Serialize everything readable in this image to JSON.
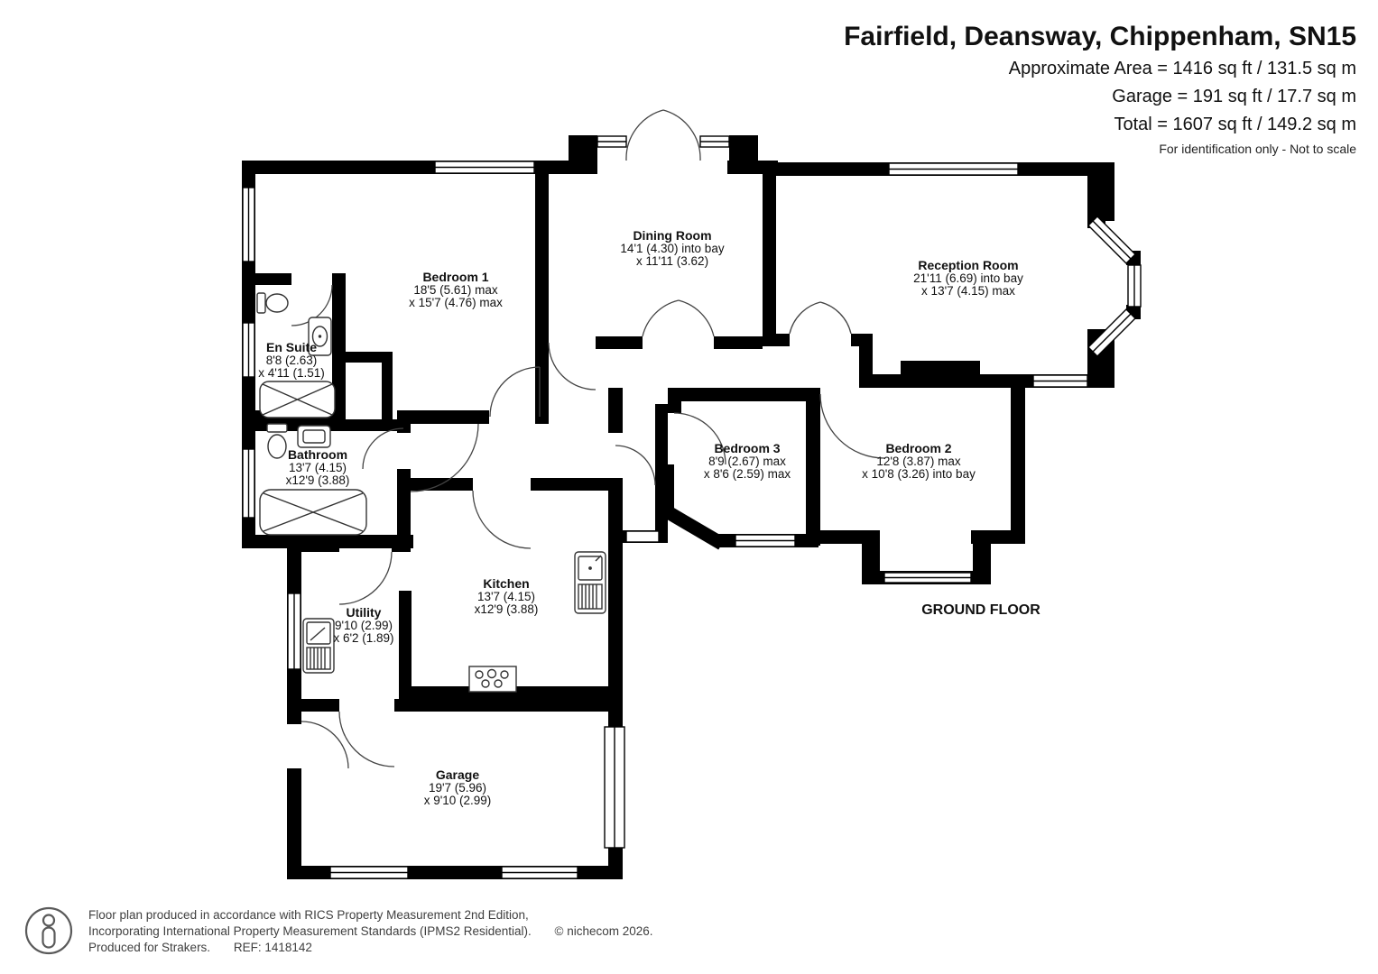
{
  "header": {
    "title": "Fairfield, Deansway, Chippenham, SN15",
    "area_line1": "Approximate Area = 1416 sq ft / 131.5 sq m",
    "area_line2": "Garage = 191 sq ft / 17.7 sq m",
    "area_line3": "Total = 1607 sq ft / 149.2 sq m",
    "disclaimer": "For identification only - Not to scale"
  },
  "floor_label": "GROUND FLOOR",
  "rooms": [
    {
      "name": "Bedroom 1",
      "dim1": "18'5 (5.61) max",
      "dim2": "x 15'7 (4.76) max"
    },
    {
      "name": "En Suite",
      "dim1": "8'8 (2.63)",
      "dim2": "x 4'11 (1.51)"
    },
    {
      "name": "Bathroom",
      "dim1": "13'7 (4.15)",
      "dim2": "x12'9 (3.88)"
    },
    {
      "name": "Dining Room",
      "dim1": "14'1 (4.30) into bay",
      "dim2": "x 11'11 (3.62)"
    },
    {
      "name": "Reception Room",
      "dim1": "21'11 (6.69) into bay",
      "dim2": "x 13'7 (4.15) max"
    },
    {
      "name": "Bedroom 3",
      "dim1": "8'9 (2.67) max",
      "dim2": "x 8'6 (2.59) max"
    },
    {
      "name": "Bedroom 2",
      "dim1": "12'8 (3.87) max",
      "dim2": "x 10'8 (3.26) into bay"
    },
    {
      "name": "Kitchen",
      "dim1": "13'7 (4.15)",
      "dim2": "x12'9 (3.88)"
    },
    {
      "name": "Utility",
      "dim1": "9'10 (2.99)",
      "dim2": "x 6'2 (1.89)"
    },
    {
      "name": "Garage",
      "dim1": "19'7 (5.96)",
      "dim2": "x 9'10 (2.99)"
    }
  ],
  "footer": {
    "line1": "Floor plan produced in accordance with RICS Property Measurement 2nd Edition,",
    "line2": "Incorporating International Property Measurement Standards (IPMS2 Residential).",
    "copyright": "© nichecom 2026.",
    "line3": "Produced for Strakers.",
    "ref": "REF: 1418142"
  },
  "colors": {
    "wall": "#000000",
    "text": "#111111",
    "footer_text": "#3f3f3f",
    "door_arc": "#444444"
  }
}
